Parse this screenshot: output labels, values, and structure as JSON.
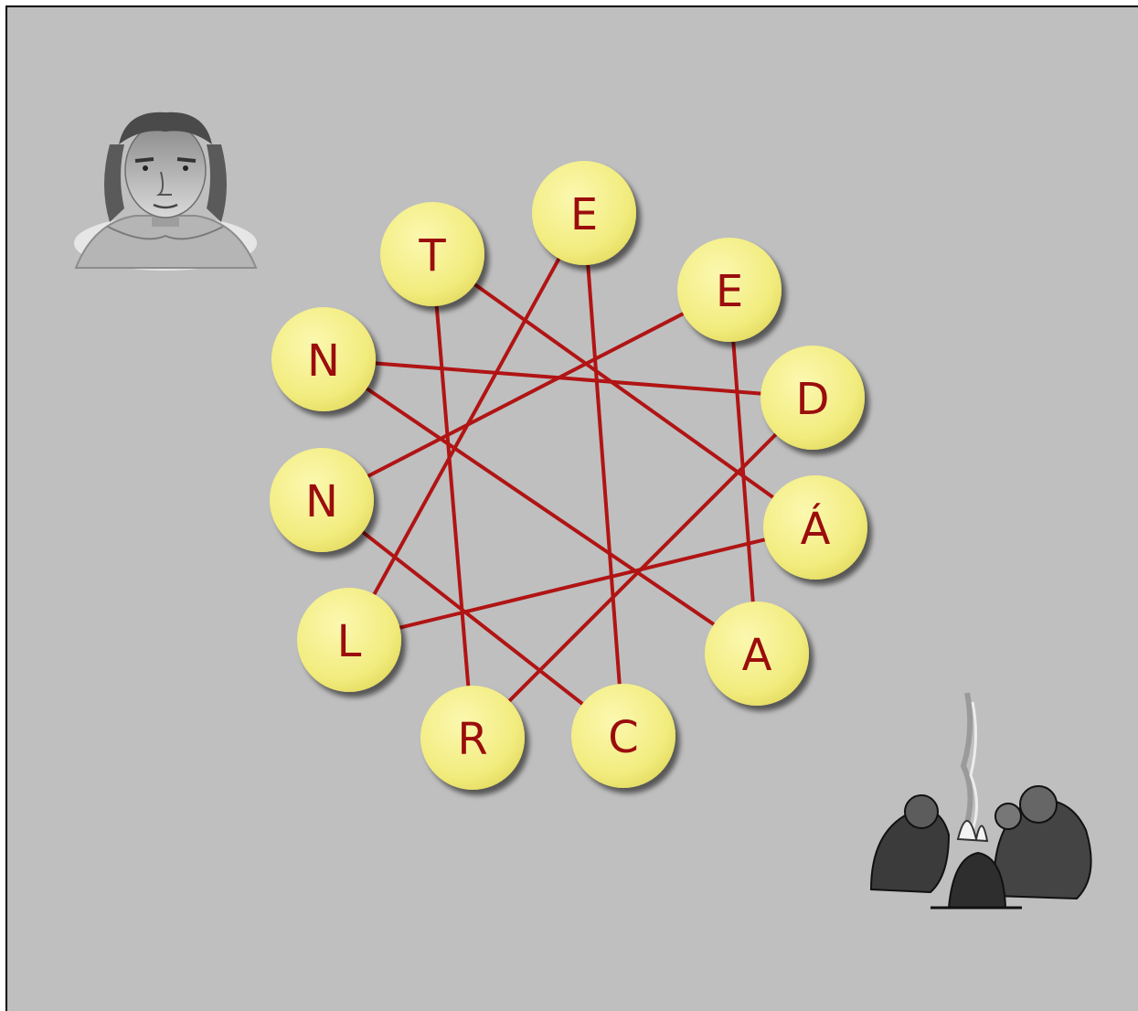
{
  "puzzle": {
    "letters": [
      "E",
      "E",
      "D",
      "Á",
      "A",
      "C",
      "R",
      "L",
      "N",
      "N",
      "T"
    ],
    "connections": [
      [
        10,
        3
      ],
      [
        10,
        6
      ],
      [
        0,
        5
      ],
      [
        0,
        7
      ],
      [
        1,
        8
      ],
      [
        1,
        4
      ],
      [
        2,
        9
      ],
      [
        2,
        6
      ],
      [
        3,
        7
      ],
      [
        8,
        5
      ],
      [
        9,
        4
      ]
    ],
    "colors": {
      "background": "#bfbfbf",
      "node_fill": "#f3ef84",
      "letter": "#9b0d0d",
      "line": "#b11414"
    }
  },
  "illustrations": {
    "top_left": "caveman-portrait-icon",
    "bottom_right": "cave-family-campfire-icon"
  }
}
